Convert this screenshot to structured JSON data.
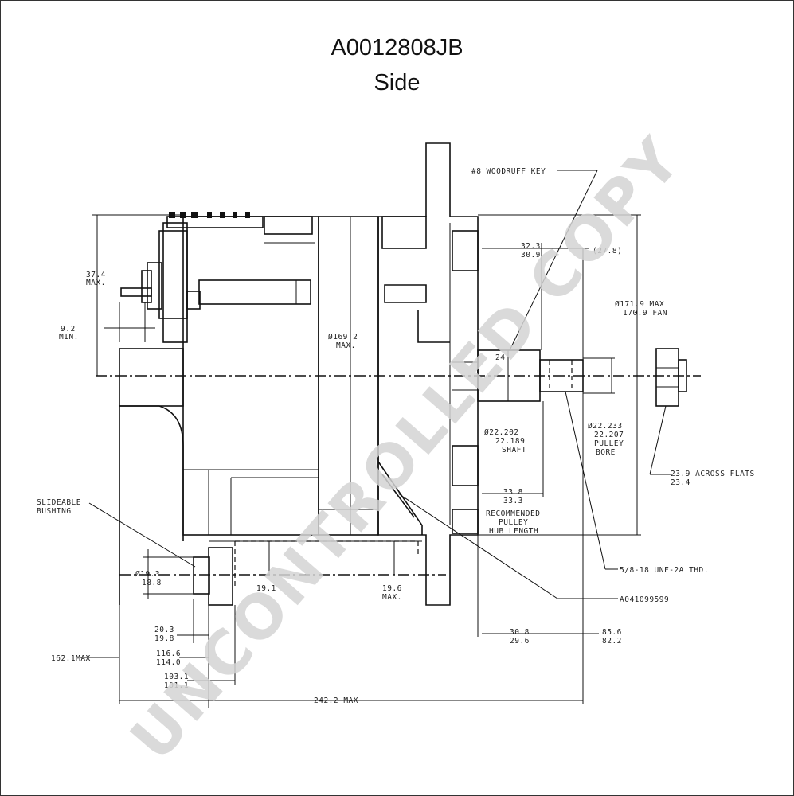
{
  "title": {
    "part_number": "A0012808JB",
    "view": "Side"
  },
  "watermark": "UNCONTROLLED COPY",
  "labels": {
    "woodruff_key": "#8 WOODRUFF KEY",
    "slideable_l1": "SLIDEABLE",
    "slideable_l2": "BUSHING",
    "d37_4_a": "37.4",
    "d37_4_b": "MAX.",
    "d9_2_a": "9.2",
    "d9_2_b": "MIN.",
    "d169_a": "Ø169.2",
    "d169_b": "MAX.",
    "d32_a": "32.3",
    "d32_b": "30.9",
    "d27_8": "(27.8)",
    "d171_a": "Ø171.9 MAX",
    "d171_b": "170.9 FAN",
    "d24": "24",
    "shaft_a": "Ø22.202",
    "shaft_b": "22.189",
    "shaft_c": "SHAFT",
    "bore_a": "Ø22.233",
    "bore_b": "22.207",
    "bore_c": "PULLEY",
    "bore_d": "BORE",
    "flats_a": "23.9 ACROSS FLATS",
    "flats_b": "23.4",
    "d33_a": "33.8",
    "d33_b": "33.3",
    "hub_a": "RECOMMENDED",
    "hub_b": "PULLEY",
    "hub_c": "HUB LENGTH",
    "thread": "5/8-18 UNF-2A THD.",
    "ref_part": "A041099599",
    "d19_3_a": "Ø19.3",
    "d19_3_b": "18.8",
    "d19_1": "19.1",
    "d19_6_a": "19.6",
    "d19_6_b": "MAX.",
    "d20_a": "20.3",
    "d20_b": "19.8",
    "d162": "162.1MAX",
    "d116_a": "116.6",
    "d116_b": "114.0",
    "d103_a": "103.1",
    "d103_b": "101.1",
    "d30_a": "30.8",
    "d30_b": "29.6",
    "d85_a": "85.6",
    "d85_b": "82.2",
    "d242": "242.2 MAX"
  }
}
